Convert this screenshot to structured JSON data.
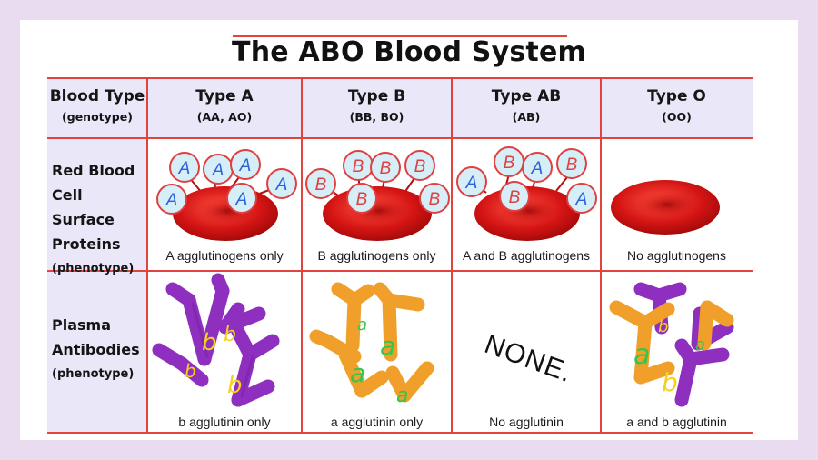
{
  "title": "The ABO Blood System",
  "header": {
    "row_label_main": "Blood Type",
    "row_label_sub": "(genotype)",
    "columns": [
      {
        "type": "Type A",
        "genotype": "(AA, AO)"
      },
      {
        "type": "Type B",
        "genotype": "(BB, BO)"
      },
      {
        "type": "Type AB",
        "genotype": "(AB)"
      },
      {
        "type": "Type O",
        "genotype": "(OO)"
      }
    ]
  },
  "rows": {
    "surface": {
      "line1": "Red Blood",
      "line2": "Cell Surface",
      "line3": "Proteins",
      "sub": "(phenotype)",
      "captions": [
        "A agglutinogens only",
        "B agglutinogens only",
        "A and B agglutinogens",
        "No agglutinogens"
      ]
    },
    "plasma": {
      "line1": "Plasma",
      "line2": "Antibodies",
      "sub": "(phenotype)",
      "captions": [
        "b agglutinin only",
        "a agglutinin only",
        "No agglutinin",
        "a and b agglutinin"
      ],
      "none_label": "NONE."
    }
  },
  "antigen_letters": {
    "a": "A",
    "b": "B"
  },
  "antibody_letters": {
    "a": "a",
    "b": "b"
  },
  "colors": {
    "grid_line": "#e0443c",
    "header_bg": "#eae8f8",
    "label_bg": "#eae8f8",
    "rbc": "#d41414",
    "antigen_a_text": "#2b63d8",
    "antigen_b_text": "#e04040",
    "antigen_fill": "#d5eef7",
    "antibody_purple": "#8e2fbf",
    "antibody_orange": "#f0a02a",
    "antibody_letter_yellow": "#f5d020",
    "antibody_letter_green": "#38c44a"
  }
}
